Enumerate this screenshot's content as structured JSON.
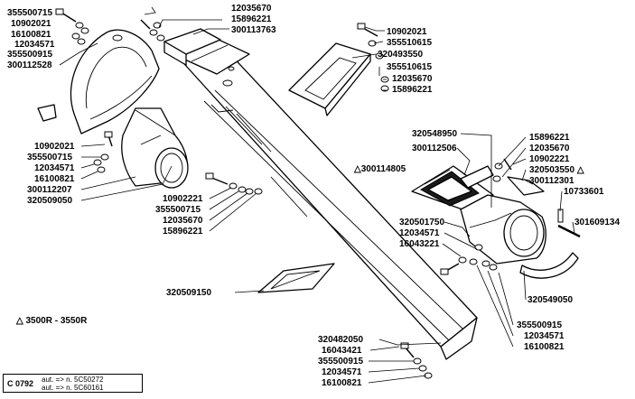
{
  "figure_code": "C 0792",
  "variant_note": "△ 3500R - 3550R",
  "footnote": {
    "line1": "aut. => n. 5C50272",
    "line2": "aut. => n. 5C60161"
  },
  "labels": {
    "l_355500715_a": "355500715",
    "l_10902021_a": "10902021",
    "l_16100821_a": "16100821",
    "l_12034571_a": "12034571",
    "l_355500915_a": "355500915",
    "l_300112528": "300112528",
    "l_12035670_a": "12035670",
    "l_15896221_a": "15896221",
    "l_300113763": "300113763",
    "l_10902021_b": "10902021",
    "l_355510615_a": "355510615",
    "l_320493550": "320493550",
    "l_355510615_b": "355510615",
    "l_12035670_b": "12035670",
    "l_15896221_b": "15896221",
    "l_10902021_c": "10902021",
    "l_355500715_b": "355500715",
    "l_12034571_b": "12034571",
    "l_16100821_b": "16100821",
    "l_300112207": "300112207",
    "l_320509050": "320509050",
    "l_10902221": "10902221",
    "l_355500715_c": "355500715",
    "l_12035670_c": "12035670",
    "l_15896221_c": "15896221",
    "l_320548950": "320548950",
    "l_300112506": "300112506",
    "l_300114805": "△300114805",
    "l_15896221_d": "15896221",
    "l_12035670_d": "12035670",
    "l_10902221_b": "10902221",
    "l_320503550": "320503550 △",
    "l_300112301": "300112301",
    "l_10733601": "10733601",
    "l_301609134": "301609134",
    "l_320501750": "320501750",
    "l_12034571_c": "12034571",
    "l_16043221_a": "16043221",
    "l_320509150": "320509150",
    "l_320549050": "320549050",
    "l_355500915_b": "355500915",
    "l_12034571_d": "12034571",
    "l_16100821_c": "16100821",
    "l_320482050": "320482050",
    "l_16043421": "16043421",
    "l_355500915_c": "355500915",
    "l_12034571_e": "12034571",
    "l_16100821_d": "16100821"
  }
}
